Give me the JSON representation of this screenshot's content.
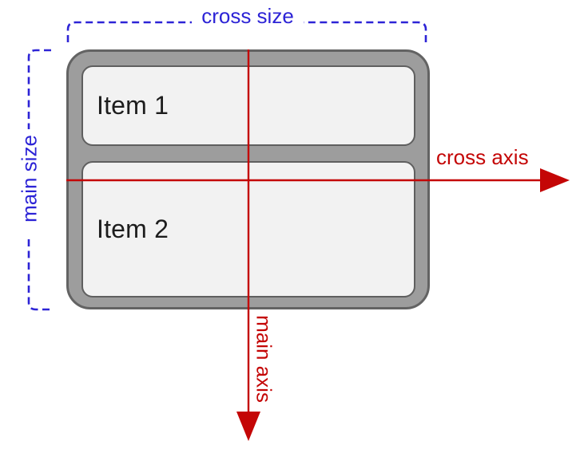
{
  "labels": {
    "cross_size": "cross size",
    "main_size": "main size",
    "cross_axis": "cross axis",
    "main_axis": "main axis"
  },
  "container": {
    "items": [
      {
        "label": "Item 1"
      },
      {
        "label": "Item 2"
      }
    ]
  },
  "colors": {
    "annotation_blue": "#2d24d6",
    "axis_red": "#c40606",
    "container_fill": "#9d9d9d",
    "container_border": "#636363",
    "item_fill": "#f2f2f2",
    "item_border": "#5f5f5f",
    "item_text": "#1d1d1d",
    "canvas_bg": "#ffffff"
  }
}
